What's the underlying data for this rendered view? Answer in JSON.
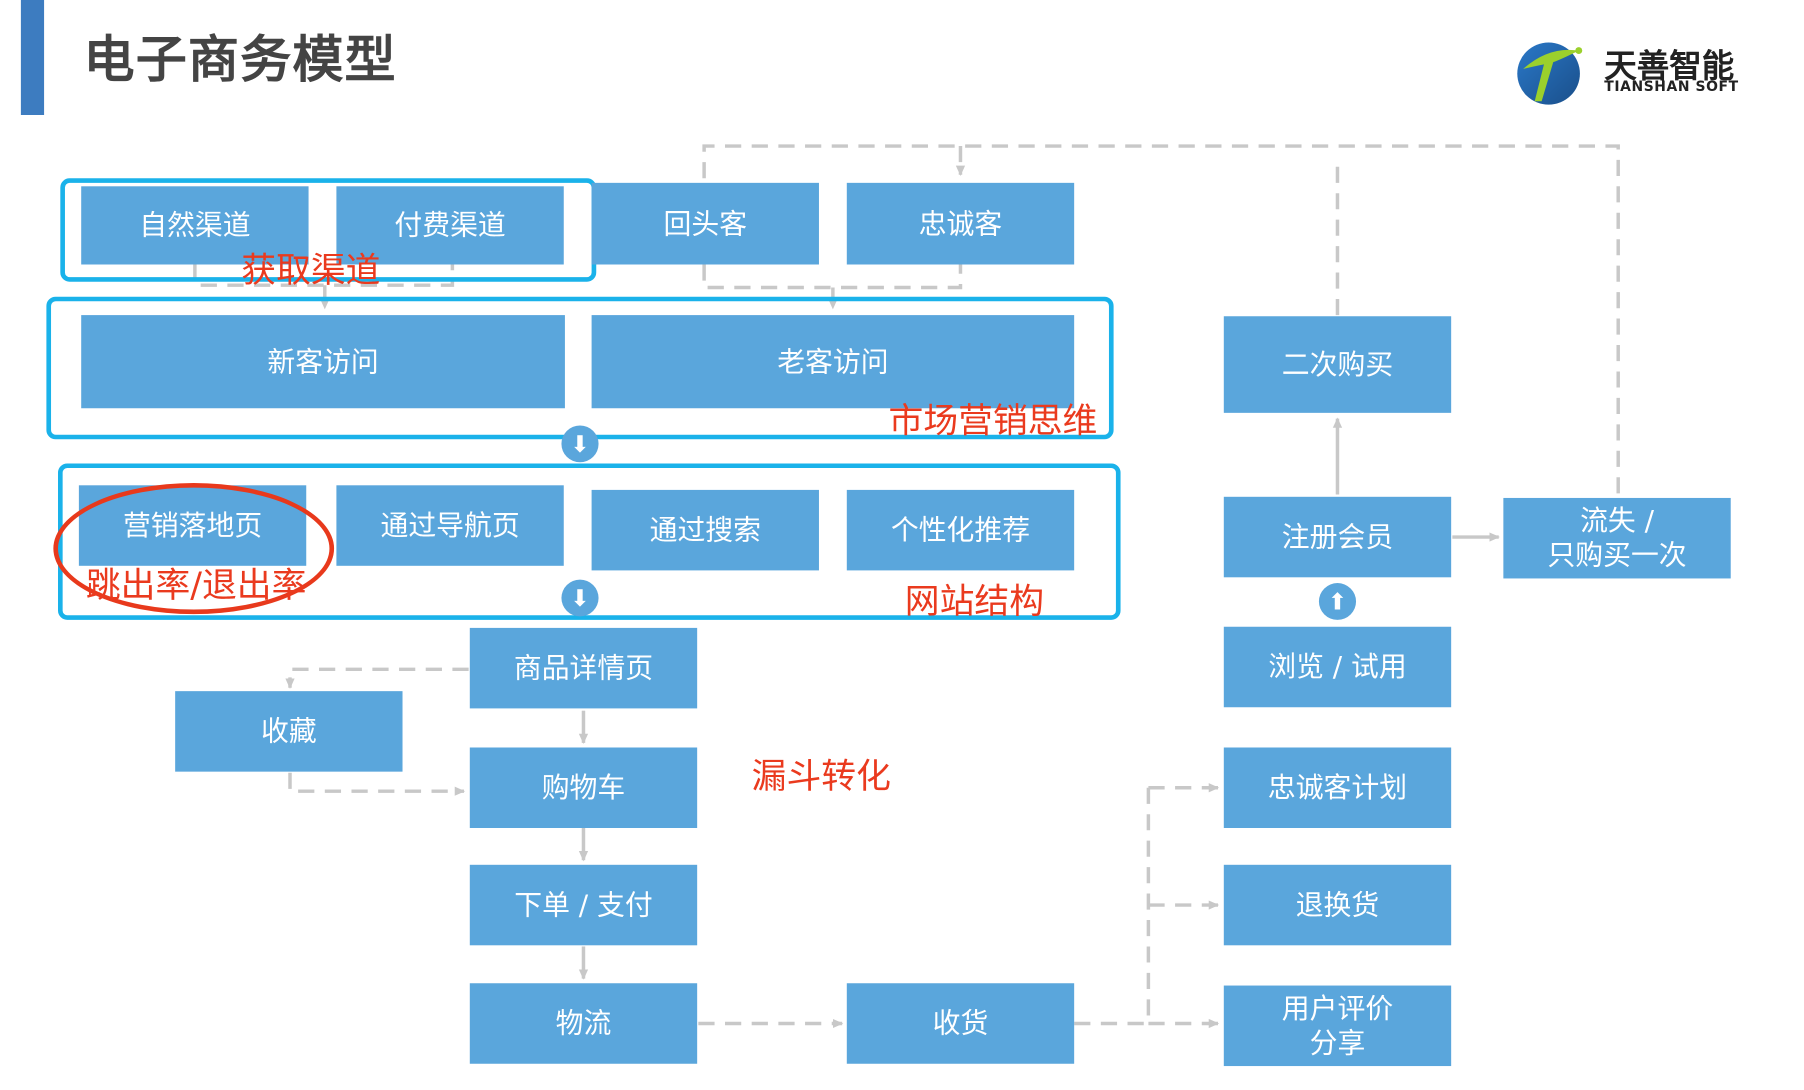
{
  "title": "电子商务模型",
  "logo": {
    "name_cn": "天善智能",
    "name_en": "TIANSHAN SOFT"
  },
  "boxes": {
    "natural_channel": "自然渠道",
    "paid_channel": "付费渠道",
    "returning_customer": "回头客",
    "loyal_customer": "忠诚客",
    "new_visit": "新客访问",
    "old_visit": "老客访问",
    "landing_page": "营销落地页",
    "via_navigation": "通过导航页",
    "via_search": "通过搜索",
    "personalized_recommend": "个性化推荐",
    "product_detail": "商品详情页",
    "favorites": "收藏",
    "cart": "购物车",
    "order_pay": "下单 / 支付",
    "logistics": "物流",
    "receive": "收货",
    "second_purchase": "二次购买",
    "register_member": "注册会员",
    "churn": "流失 /\n只购买一次",
    "browse_trial": "浏览 / 试用",
    "loyalty_plan": "忠诚客计划",
    "returns": "退换货",
    "review_share": "用户评价\n分享"
  },
  "annotations": {
    "channel": "获取渠道",
    "marketing": "市场营销思维",
    "bounce": "跳出率/退出率",
    "site_structure": "网站结构",
    "funnel": "漏斗转化"
  },
  "colors": {
    "box": "#5aa6dc",
    "frame": "#1ab2ea",
    "annotation": "#ea3a1e",
    "connector": "#c8c8c8",
    "title_accent": "#3d7cc0"
  }
}
